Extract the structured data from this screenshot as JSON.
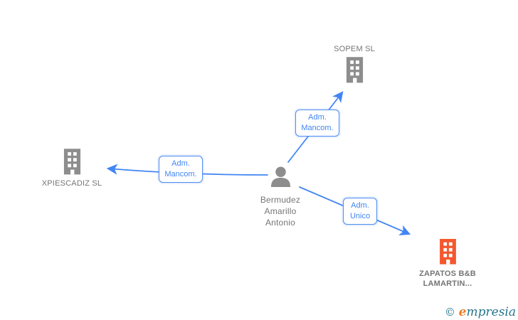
{
  "diagram": {
    "type": "corporate-relationship-graph",
    "nodes": {
      "person": {
        "id": "person",
        "label": "Bermudez Amarillo Antonio",
        "type": "person",
        "icon": "person-icon",
        "icon_color": "#8d8d8d"
      },
      "sopem": {
        "id": "sopem",
        "label": "SOPEM SL",
        "type": "company",
        "icon": "building-icon",
        "icon_color": "#8d8d8d"
      },
      "xpiescadiz": {
        "id": "xpiescadiz",
        "label": "XPIESCADIZ SL",
        "type": "company",
        "icon": "building-icon",
        "icon_color": "#8d8d8d"
      },
      "zapatos": {
        "id": "zapatos",
        "label": "ZAPATOS B&B LAMARTIN...",
        "type": "company",
        "icon": "building-icon",
        "icon_color": "#f4572e",
        "highlighted": true
      }
    },
    "edges": [
      {
        "from": "person",
        "to": "sopem",
        "label": "Adm. Mancom."
      },
      {
        "from": "person",
        "to": "xpiescadiz",
        "label": "Adm. Mancom."
      },
      {
        "from": "person",
        "to": "zapatos",
        "label": "Adm. Unico"
      }
    ]
  },
  "colors": {
    "edge_blue": "#4285f4",
    "icon_gray": "#8d8d8d",
    "label_gray": "#757575",
    "highlight_orange": "#f4572e",
    "watermark_teal": "#26768d",
    "watermark_orange": "#ef7d26",
    "background": "#ffffff"
  },
  "watermark": {
    "copyright": "©",
    "brand_initial": "e",
    "brand_rest": "mpresia"
  }
}
